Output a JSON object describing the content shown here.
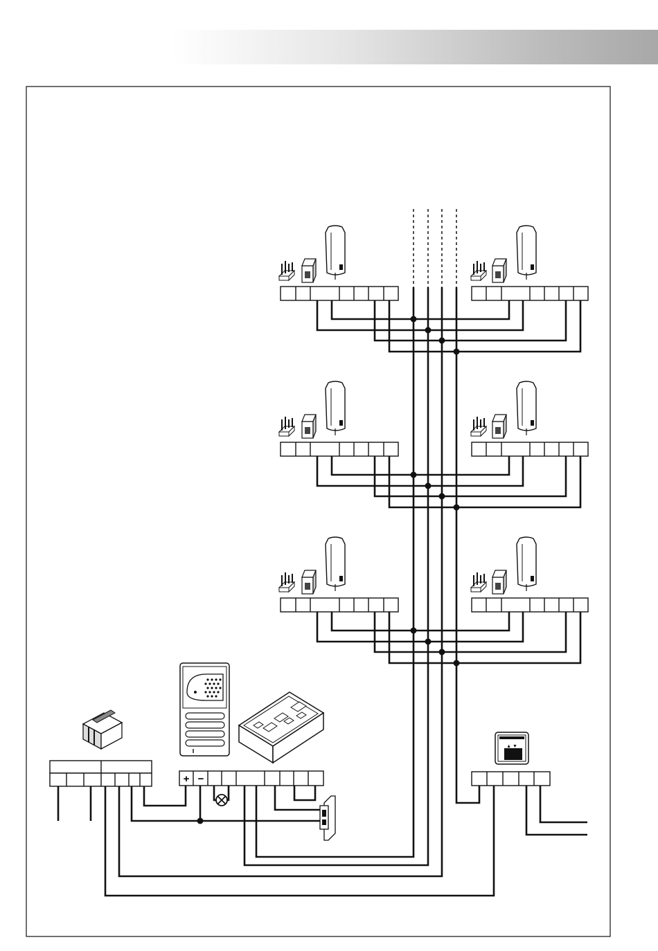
{
  "header": {
    "gradient_from": "#ffffff",
    "gradient_to": "#a8a8a8"
  },
  "wiring_diagram": {
    "riser_lines": 4,
    "floors": 3,
    "handsets_per_floor": 2,
    "handset_terminal_count": 8,
    "power_supply_terminal_count": 7,
    "door_panel_terminal_count": 10,
    "door_panel_terminal_labels": {
      "plus": "+",
      "minus": "−"
    },
    "concierge_terminal_count": 5,
    "line_color": "#111111"
  },
  "icons": {
    "power_supply": "din-rail-power-supply-icon",
    "door_panel": "audio-door-panel-icon",
    "amplifier": "audio-amplifier-module-icon",
    "door_lock": "electric-door-lock-icon",
    "lamp": "lamp-icon",
    "concierge": "concierge-switch-icon",
    "handset": "wall-handset-icon",
    "jumpers": "jumper-pins-icon",
    "module": "plug-in-module-icon"
  }
}
